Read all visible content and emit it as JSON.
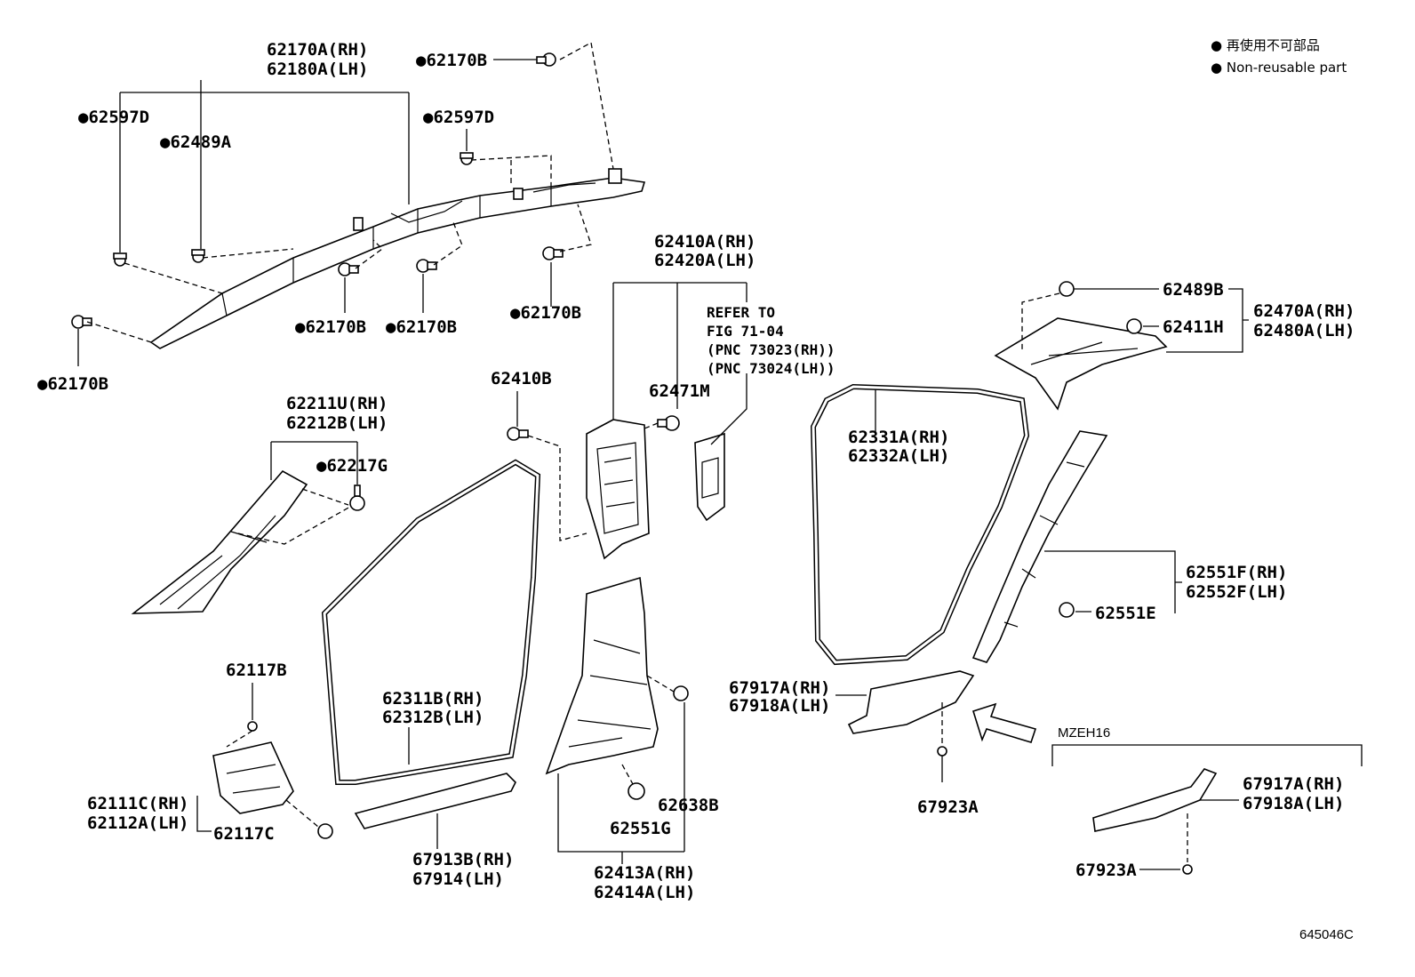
{
  "legend": {
    "line1": "● 再使用不可部品",
    "line2": "● Non-reusable part"
  },
  "labels": {
    "l62170A": "62170A(RH)",
    "l62180A": "62180A(LH)",
    "l62170B_top": "●62170B",
    "l62597D_left": "●62597D",
    "l62597D_right": "●62597D",
    "l62489A": "●62489A",
    "l62170B_a": "●62170B",
    "l62170B_b": "●62170B",
    "l62170B_c": "●62170B",
    "l62170B_d": "●62170B",
    "l62410A": "62410A(RH)",
    "l62420A": "62420A(LH)",
    "refer1": "REFER TO",
    "refer2": "FIG 71-04",
    "refer3": "(PNC 73023(RH))",
    "refer4": "(PNC 73024(LH))",
    "l62410B": "62410B",
    "l62471M": "62471M",
    "l62489B": "62489B",
    "l62411H": "62411H",
    "l62470A": "62470A(RH)",
    "l62480A": "62480A(LH)",
    "l62211U": "62211U(RH)",
    "l62212B": "62212B(LH)",
    "l62217G": "●62217G",
    "l62331A": "62331A(RH)",
    "l62332A": "62332A(LH)",
    "l62551F": "62551F(RH)",
    "l62552F": "62552F(LH)",
    "l62551E": "62551E",
    "l62117B": "62117B",
    "l62311B": "62311B(RH)",
    "l62312B": "62312B(LH)",
    "l67917A_a": "67917A(RH)",
    "l67918A_a": "67918A(LH)",
    "l62111C": "62111C(RH)",
    "l62112A": "62112A(LH)",
    "l62117C": "62117C",
    "l62638B": "62638B",
    "l62551G": "62551G",
    "l67923A_a": "67923A",
    "l67913B": "67913B(RH)",
    "l67914": "67914(LH)",
    "l62413A": "62413A(RH)",
    "l62414A": "62414A(LH)",
    "mzeh": "MZEH16",
    "l67917A_b": "67917A(RH)",
    "l67918A_b": "67918A(LH)",
    "l67923A_b": "67923A",
    "code": "645046C"
  }
}
